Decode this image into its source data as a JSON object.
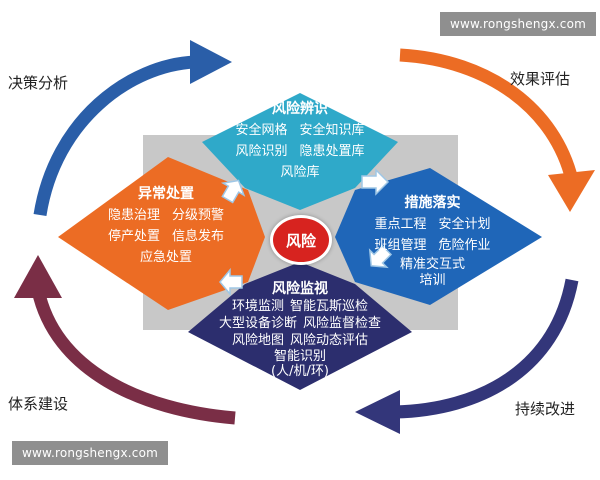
{
  "center": "风险",
  "outer_labels": {
    "top_left": "决策分析",
    "top_right": "效果评估",
    "bottom_left": "体系建设",
    "bottom_right": "持续改进"
  },
  "watermark": "www.rongshengx.com",
  "colors": {
    "top": "#2fa9c9",
    "right": "#1f66b8",
    "bottom": "#2c2e6e",
    "left": "#ec6c24",
    "center": "#d7231f",
    "arrow_blue": "#2a5ea8",
    "arrow_orange": "#ec6c24",
    "arrow_maroon": "#7a2e46",
    "arrow_navy": "#33367a",
    "backdrop": "#c8c8c8"
  },
  "quadrants": {
    "top": {
      "title": "风险辨识",
      "lines": [
        [
          "安全网格",
          "安全知识库"
        ],
        [
          "风险识别",
          "隐患处置库"
        ],
        [
          "风险库"
        ]
      ]
    },
    "left": {
      "title": "异常处置",
      "lines": [
        [
          "隐患治理",
          "分级预警"
        ],
        [
          "停产处置",
          "信息发布"
        ],
        [
          "应急处置"
        ]
      ]
    },
    "right": {
      "title": "措施落实",
      "lines": [
        [
          "重点工程",
          "安全计划"
        ],
        [
          "班组管理",
          "危险作业"
        ],
        [
          "精准交互式"
        ],
        [
          "培训"
        ]
      ]
    },
    "bottom": {
      "title": "风险监视",
      "lines": [
        [
          "环境监测",
          "智能瓦斯巡检"
        ],
        [
          "大型设备诊断",
          "风险监督检查"
        ],
        [
          "风险地图",
          "风险动态评估"
        ],
        [
          "智能识别"
        ],
        [
          "(人/机/环)"
        ]
      ]
    }
  }
}
